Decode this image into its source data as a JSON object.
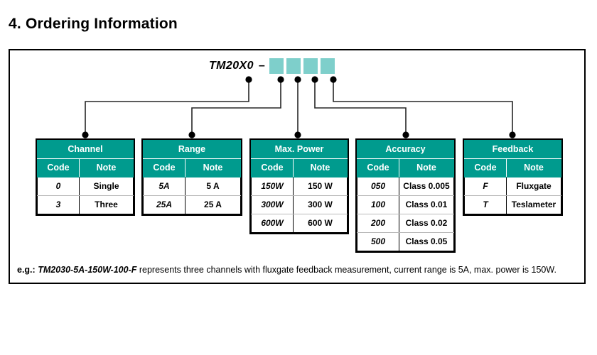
{
  "page": {
    "title": "4. Ordering Information"
  },
  "part_number": {
    "base": "TM20X0",
    "separator": "–",
    "slot_count": 4,
    "slot_color": "#7ecfcb"
  },
  "colors": {
    "header_teal": "#009b8e",
    "slot_teal": "#7ecfcb",
    "border": "#000000",
    "row_divider": "#b9b9b9"
  },
  "tables": [
    {
      "group": "Channel",
      "columns": [
        "Code",
        "Note"
      ],
      "rows": [
        {
          "code": "0",
          "note": "Single"
        },
        {
          "code": "3",
          "note": "Three"
        }
      ]
    },
    {
      "group": "Range",
      "columns": [
        "Code",
        "Note"
      ],
      "rows": [
        {
          "code": "5A",
          "note": "5 A"
        },
        {
          "code": "25A",
          "note": "25 A"
        }
      ]
    },
    {
      "group": "Max. Power",
      "columns": [
        "Code",
        "Note"
      ],
      "rows": [
        {
          "code": "150W",
          "note": "150 W"
        },
        {
          "code": "300W",
          "note": "300 W"
        },
        {
          "code": "600W",
          "note": "600 W"
        }
      ]
    },
    {
      "group": "Accuracy",
      "columns": [
        "Code",
        "Note"
      ],
      "rows": [
        {
          "code": "050",
          "note": "Class 0.005"
        },
        {
          "code": "100",
          "note": "Class 0.01"
        },
        {
          "code": "200",
          "note": "Class 0.02"
        },
        {
          "code": "500",
          "note": "Class 0.05"
        }
      ]
    },
    {
      "group": "Feedback",
      "columns": [
        "Code",
        "Note"
      ],
      "rows": [
        {
          "code": "F",
          "note": "Fluxgate"
        },
        {
          "code": "T",
          "note": "Teslameter"
        }
      ]
    }
  ],
  "example": {
    "label": "e.g.:",
    "part_number": "TM2030-5A-150W-100-F",
    "description": "represents three channels with fluxgate feedback measurement, current range is 5A, max. power is 150W."
  }
}
